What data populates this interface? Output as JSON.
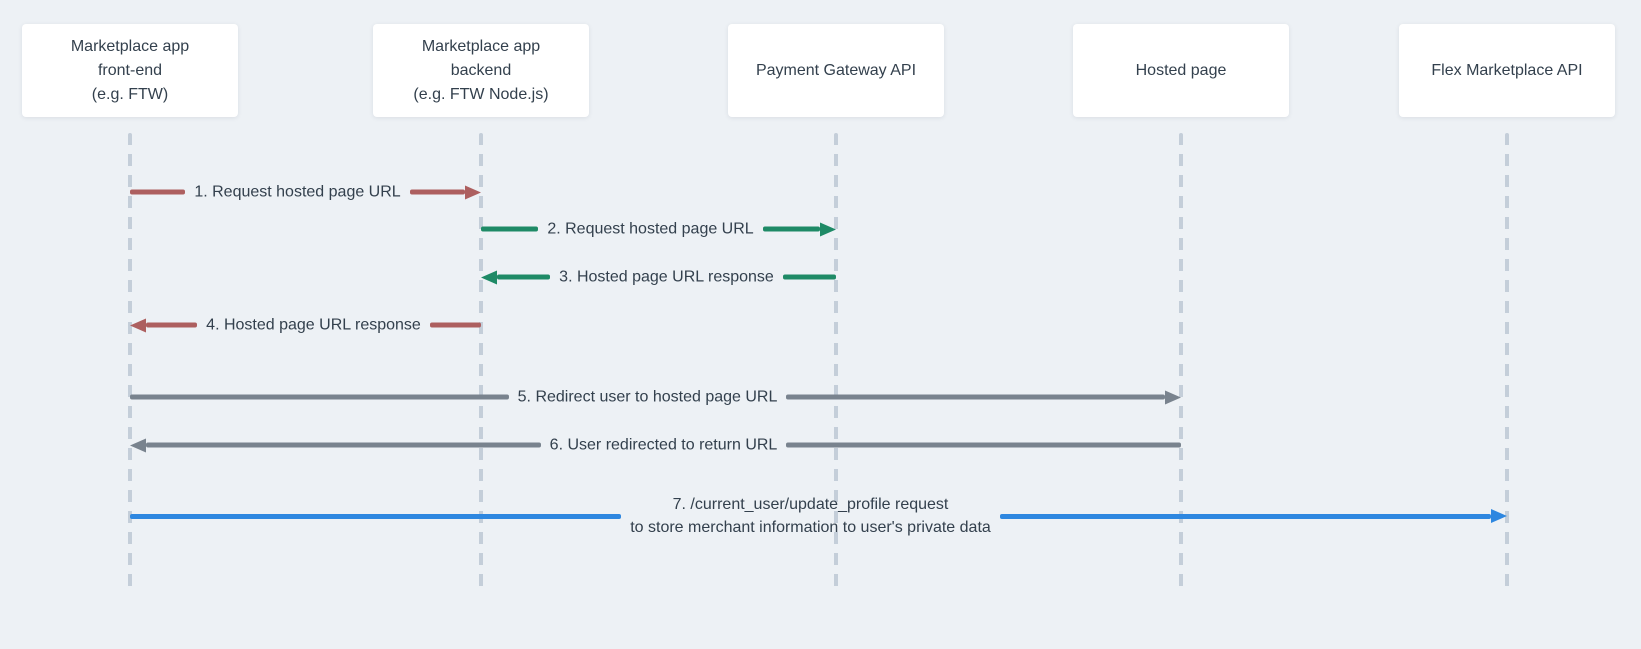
{
  "colors": {
    "background": "#edf1f5",
    "box-bg": "#ffffff",
    "text": "#33404d",
    "lifeline": "#c4ced9",
    "arrow-red": "#ad5f5f",
    "arrow-green": "#1e8a66",
    "arrow-gray": "#79838e",
    "arrow-blue": "#2e87e0"
  },
  "diagram": {
    "type": "sequence-diagram",
    "participants": [
      {
        "id": "marketplace-frontend",
        "label": "Marketplace app\nfront-end\n(e.g. FTW)"
      },
      {
        "id": "marketplace-backend",
        "label": "Marketplace app\nbackend\n(e.g. FTW Node.js)"
      },
      {
        "id": "payment-gateway-api",
        "label": "Payment Gateway API"
      },
      {
        "id": "hosted-page",
        "label": "Hosted page"
      },
      {
        "id": "flex-marketplace-api",
        "label": "Flex Marketplace API"
      }
    ],
    "messages": [
      {
        "step": 1,
        "label": "1. Request hosted page URL",
        "from": "marketplace-frontend",
        "to": "marketplace-backend",
        "direction": "right",
        "color": "arrow-red"
      },
      {
        "step": 2,
        "label": "2. Request hosted page URL",
        "from": "marketplace-backend",
        "to": "payment-gateway-api",
        "direction": "right",
        "color": "arrow-green"
      },
      {
        "step": 3,
        "label": "3. Hosted page URL response",
        "from": "payment-gateway-api",
        "to": "marketplace-backend",
        "direction": "left",
        "color": "arrow-green"
      },
      {
        "step": 4,
        "label": "4. Hosted page URL response",
        "from": "marketplace-backend",
        "to": "marketplace-frontend",
        "direction": "left",
        "color": "arrow-red"
      },
      {
        "step": 5,
        "label": "5. Redirect user to hosted page URL",
        "from": "marketplace-frontend",
        "to": "hosted-page",
        "direction": "right",
        "color": "arrow-gray"
      },
      {
        "step": 6,
        "label": "6. User redirected to return URL",
        "from": "hosted-page",
        "to": "marketplace-frontend",
        "direction": "left",
        "color": "arrow-gray"
      },
      {
        "step": 7,
        "label": "7. /current_user/update_profile request\nto store merchant information to user's private data",
        "from": "marketplace-frontend",
        "to": "flex-marketplace-api",
        "direction": "right",
        "color": "arrow-blue"
      }
    ]
  }
}
